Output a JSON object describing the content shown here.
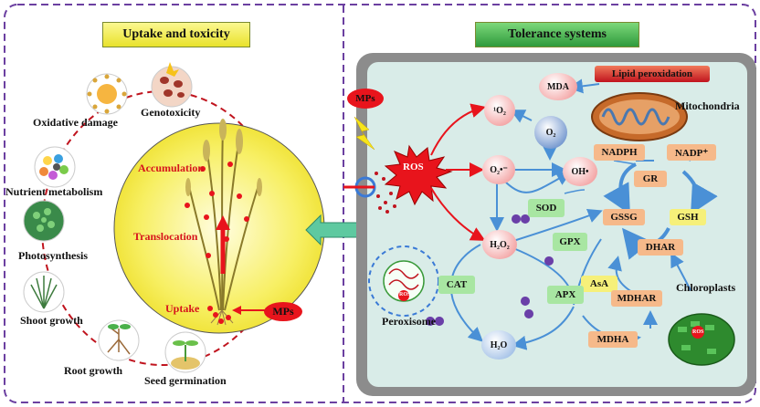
{
  "left_panel": {
    "title": "Uptake and toxicity",
    "plant_labels": {
      "accumulation": "Accumulation",
      "translocation": "Translocation",
      "uptake": "Uptake"
    },
    "mps_tag": "MPs",
    "effects": [
      {
        "key": "oxidative",
        "label": "Oxidative damage"
      },
      {
        "key": "genotoxicity",
        "label": "Genotoxicity"
      },
      {
        "key": "nutrient",
        "label": "Nutrient metabolism"
      },
      {
        "key": "photosynthesis",
        "label": "Photosynthesis"
      },
      {
        "key": "shoot",
        "label": "Shoot growth"
      },
      {
        "key": "root",
        "label": "Root growth"
      },
      {
        "key": "seed",
        "label": "Seed germination"
      }
    ]
  },
  "right_panel": {
    "title": "Tolerance systems",
    "mps_tag": "MPs",
    "ros_label": "ROS",
    "ros_small": "ROS",
    "species": {
      "singlet_oxygen": "¹O₂",
      "o2": "O₂",
      "superoxide": "O₂•⁻",
      "hydroxyl": "OH•",
      "h2o2": "H₂O₂",
      "h2o": "H₂O"
    },
    "enzymes": {
      "mda": "MDA",
      "lipid": "Lipid peroxidation",
      "nadph": "NADPH",
      "nadp": "NADP⁺",
      "gr": "GR",
      "gssg": "GSSG",
      "gsh": "GSH",
      "dhar": "DHAR",
      "sod": "SOD",
      "gpx": "GPX",
      "asa": "AsA",
      "cat": "CAT",
      "apx": "APX",
      "mdhar": "MDHAR",
      "mdha": "MDHA"
    },
    "organelles": {
      "mitochondria": "Mitochondria",
      "chloroplasts": "Chloroplasts",
      "peroxisome": "Peroxisome"
    }
  },
  "colors": {
    "border_purple": "#6b3fa0",
    "title_green": "#2e9a3c",
    "title_yellow": "#f1ec4a",
    "ros_red": "#e8141c",
    "arrow_blue": "#4a90d6",
    "cell_fill": "#d9ece8",
    "node_orange": "#f6b98a",
    "node_green": "#a8e6a2",
    "node_yellow": "#f6f07a"
  }
}
